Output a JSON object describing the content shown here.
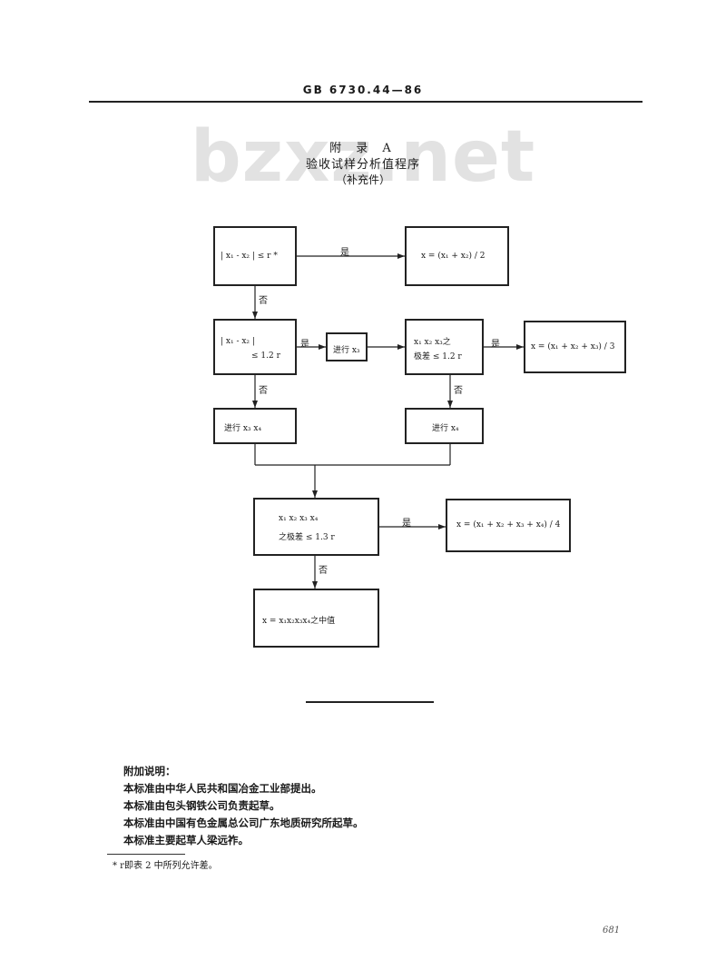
{
  "header": {
    "standard_number": "GB 6730.44—86"
  },
  "watermark": "bzxz.net",
  "appendix": {
    "label": "附 录 A",
    "title": "验收试样分析值程序",
    "note": "（补充件）"
  },
  "flowchart": {
    "box1": {
      "line1": "| x₁ - x₂ | ≤ r *"
    },
    "box2": {
      "line1": "x = (x₁ + x₂) / 2"
    },
    "box3": {
      "line1": "| x₁ - x₂ |",
      "line2": "≤ 1.2 r"
    },
    "box4": {
      "line1": "进行 x₃"
    },
    "box5": {
      "line1": "x₁   x₂   x₃之",
      "line2": "极差 ≤ 1.2 r"
    },
    "box6": {
      "line1": "x = (x₁ + x₂ + x₃) / 3"
    },
    "box7": {
      "line1": "进行 x₃   x₄"
    },
    "box8": {
      "line1": "进行 x₄"
    },
    "box9": {
      "line1": "x₁   x₂   x₃   x₄",
      "line2": "之极差 ≤ 1.3 r"
    },
    "box10": {
      "line1": "x = (x₁ + x₂ + x₃ + x₄) / 4"
    },
    "box11": {
      "line1": "x = x₁x₂x₃x₄之中值"
    },
    "yes_label": "是",
    "no_label": "否"
  },
  "notes": {
    "heading": "附加说明：",
    "lines": [
      "本标准由中华人民共和国冶金工业部提出。",
      "本标准由包头钢铁公司负责起草。",
      "本标准由中国有色金属总公司广东地质研究所起草。",
      "本标准主要起草人梁远祚。"
    ]
  },
  "footnote": "* r即表 2 中所列允许差。",
  "page_number": "681"
}
